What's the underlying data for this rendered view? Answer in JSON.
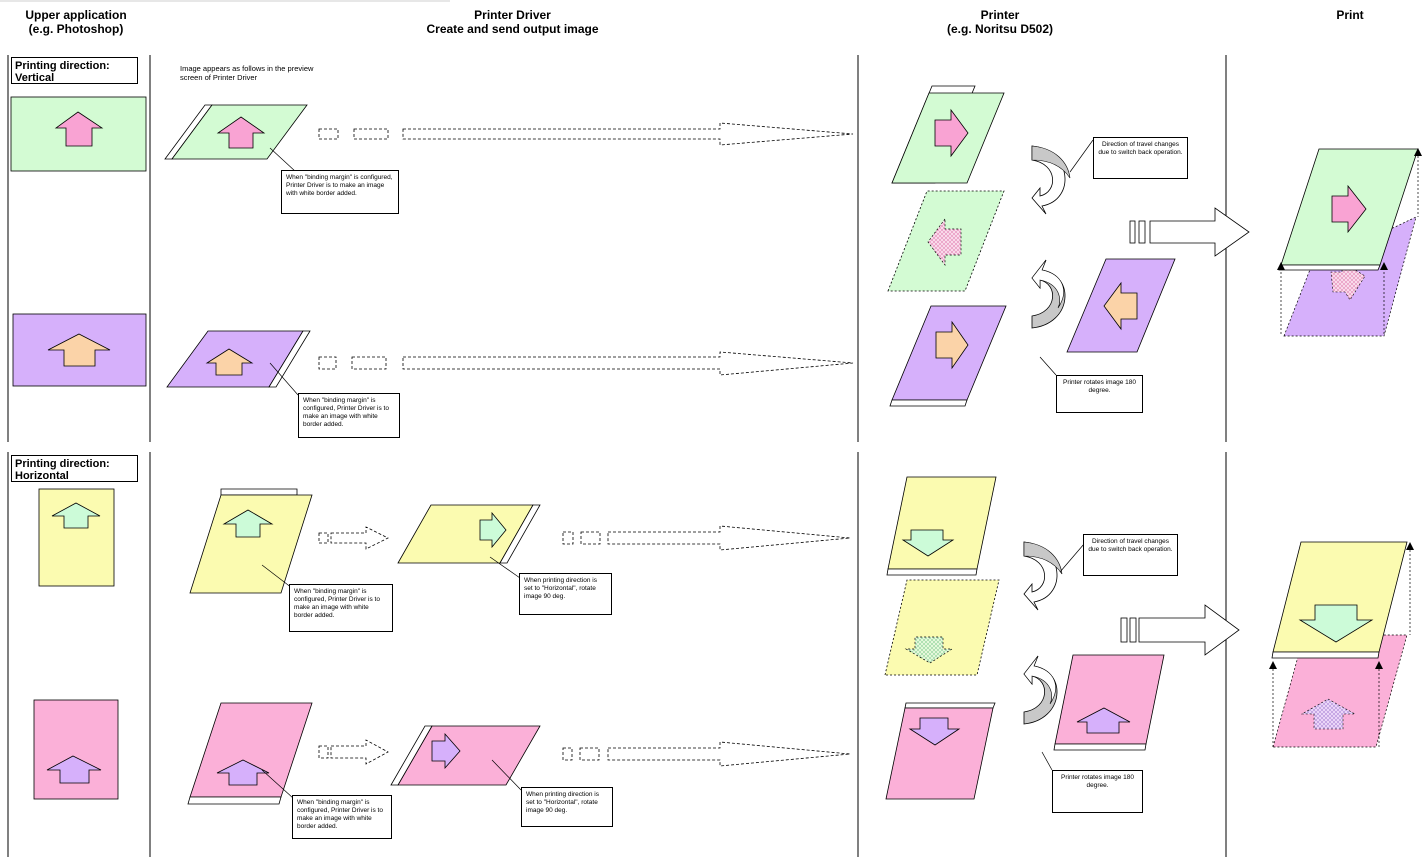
{
  "columns": {
    "upper_app": "Upper application\n(e.g. Photoshop)",
    "driver": "Printer Driver\nCreate and send output image",
    "printer": "Printer\n(e.g. Noritsu D502)",
    "print": "Print"
  },
  "sections": {
    "vertical": "Printing direction:\nVertical",
    "horizontal": "Printing direction:\nHorizontal"
  },
  "preview_caption": "Image appears as follows in the preview\nscreen of Printer Driver",
  "notes": {
    "binding_margin_1": "When \"binding margin\" is configured, Printer Driver is to make an image with white border added.",
    "binding_margin_2": "When \"binding margin\" is configured, Printer Driver is to make an image with white border added.",
    "binding_margin_3": "When \"binding margin\" is configured, Printer Driver is to make an image with white border added.",
    "binding_margin_4": "When \"binding margin\" is configured, Printer Driver is to make an image with white border added.",
    "rotate_90_1": "When printing direction is set to \"Horizontal\", rotate image 90 deg.",
    "rotate_90_2": "When printing direction is set to \"Horizontal\", rotate image 90 deg.",
    "switch_back_1": "Direction of travel changes due to switch back operation.",
    "switch_back_2": "Direction of travel changes due to switch back operation.",
    "rotate_180_1": "Printer rotates image 180 degree.",
    "rotate_180_2": "Printer rotates image 180 degree."
  },
  "colors": {
    "green": "#d3fbd3",
    "purple": "#d6b0fb",
    "yellow": "#fbfbb0",
    "pink": "#fbb0d8",
    "arrow_pink": "#f9a3d3",
    "arrow_orange": "#fbd3a8",
    "arrow_green": "#ccfbd8",
    "arrow_violet": "#d6b0fb"
  }
}
